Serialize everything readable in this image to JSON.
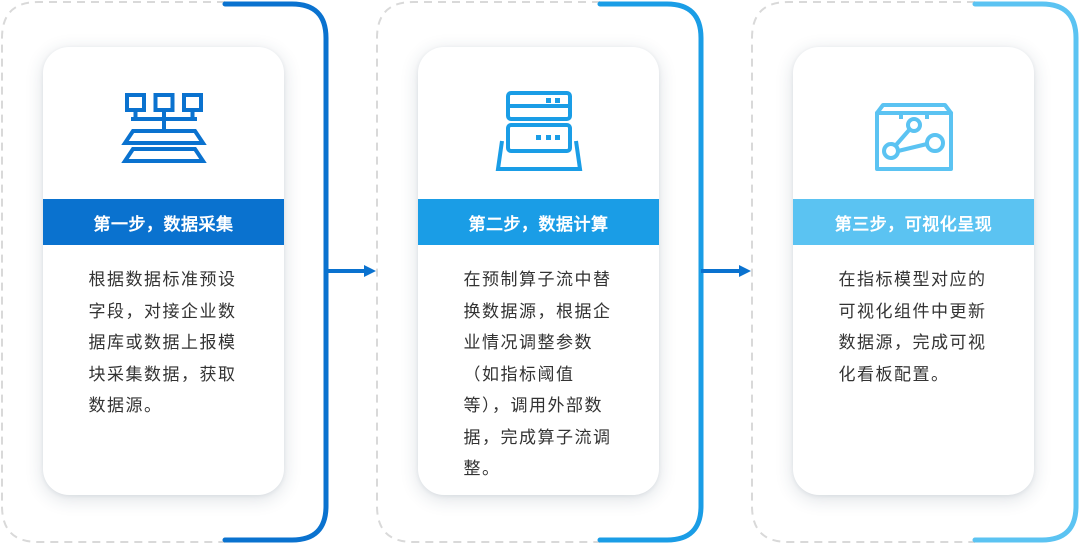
{
  "colors": {
    "step1": "#0a72cf",
    "step2": "#1a9de6",
    "step3": "#5bc3f2",
    "arrow": "#0a72cf",
    "dashed_border": "#d9d9d9"
  },
  "steps": [
    {
      "icon": "database-network-icon",
      "title": "第一步，数据采集",
      "description": "根据数据标准预设字段，对接企业数据库或数据上报模块采集数据，获取数据源。"
    },
    {
      "icon": "server-stack-icon",
      "title": "第二步，数据计算",
      "description": "在预制算子流中替换数据源，根据企业情况调整参数（如指标阈值等），调用外部数据，完成算子流调整。"
    },
    {
      "icon": "chart-box-icon",
      "title": "第三步，可视化呈现",
      "description": "在指标模型对应的可视化组件中更新数据源，完成可视化看板配置。"
    }
  ]
}
